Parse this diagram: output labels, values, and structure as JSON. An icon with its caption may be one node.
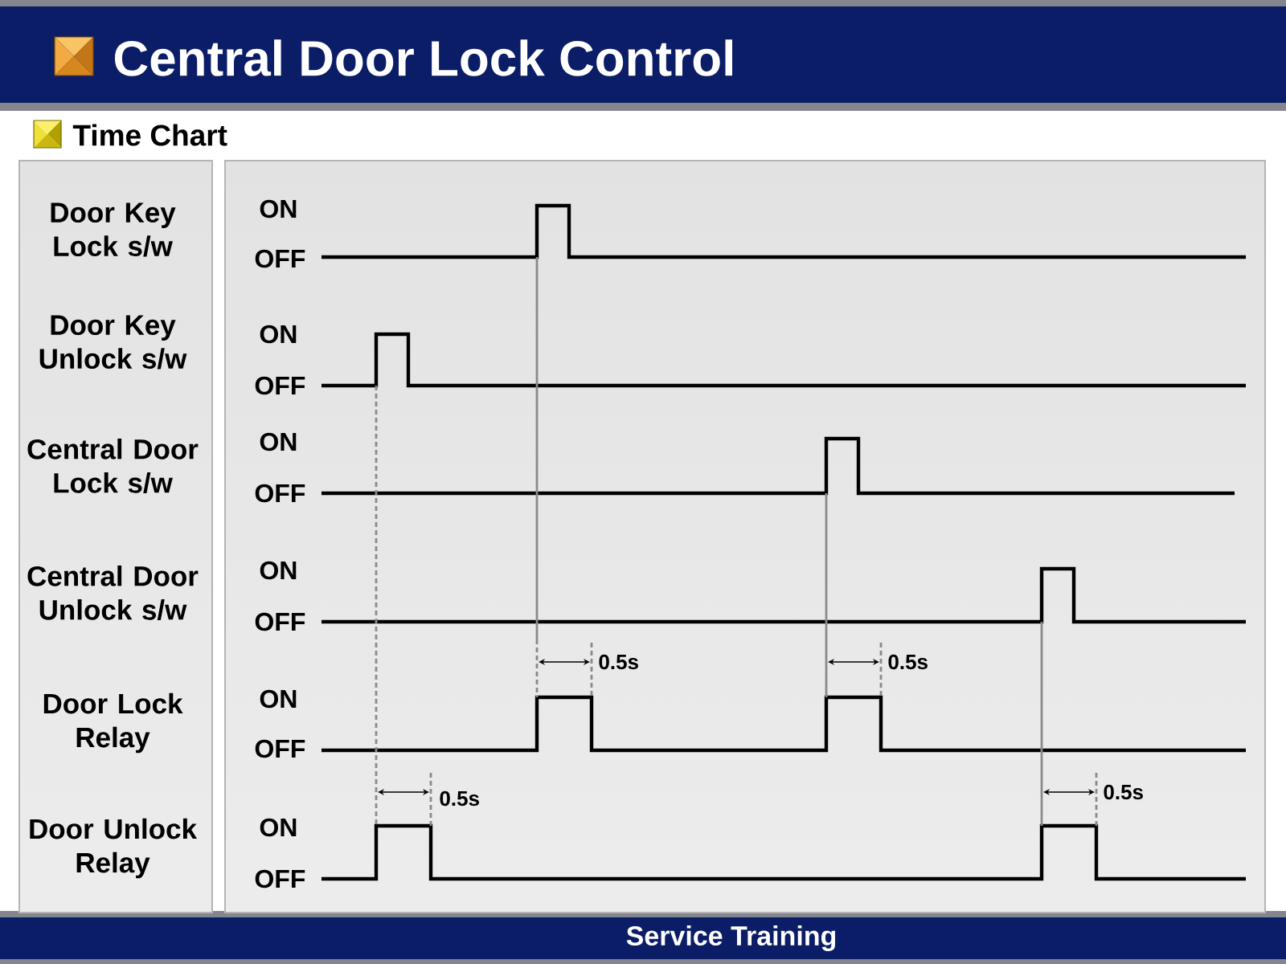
{
  "diagram": {
    "title": "Central Door Lock Control",
    "nodes": [
      {
        "text": [
          "Door Key Lock s/w",
          "Door Key Unlock s/w",
          "Central Door Lock s/w",
          "Central Door Unlock s/w",
          "Door Lock Relay",
          "Door Unlock Relay"
        ]
      },
      {
        "text": [
          "ON",
          "OFF",
          "ON",
          "OFF",
          "ON",
          "OFF",
          "ON",
          "OFF",
          "0.5s",
          "0.5s",
          "ON",
          "OFF",
          "0.5s",
          "0.5s",
          "ON",
          "OFF"
        ]
      }
    ],
    "labels": [
      "Time Chart",
      "Service Training"
    ]
  }
}
